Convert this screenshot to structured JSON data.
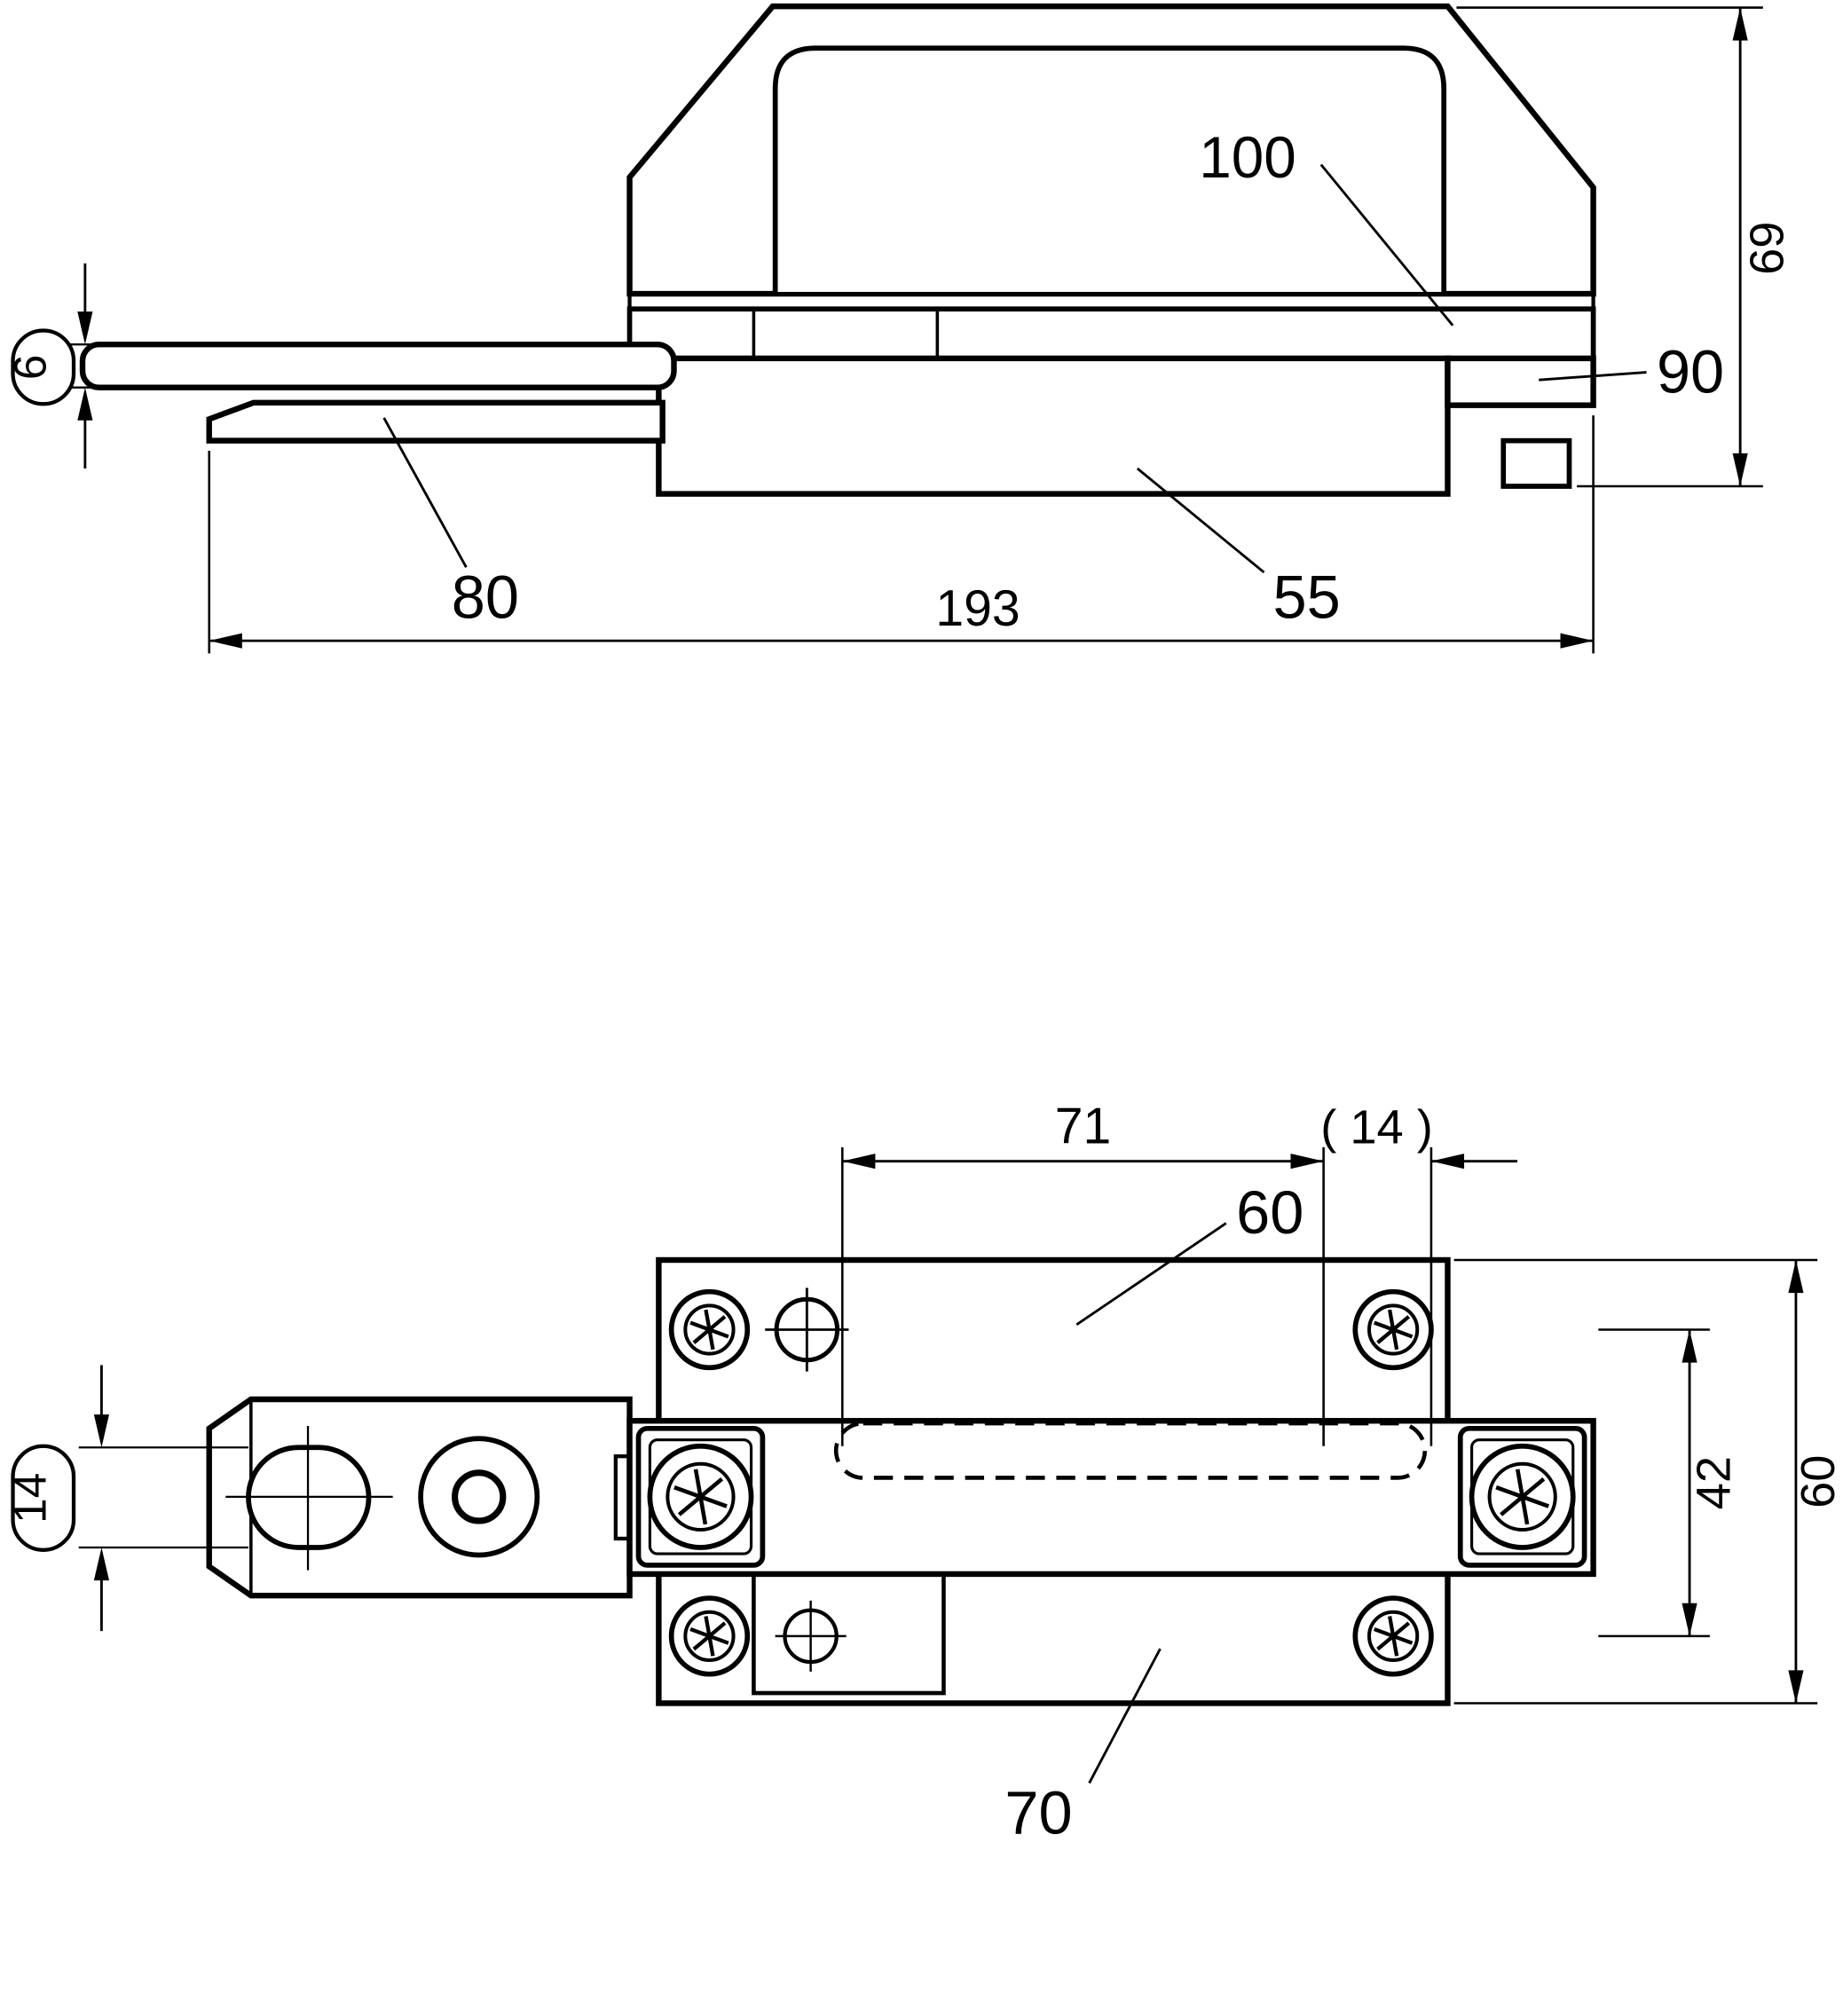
{
  "colors": {
    "line": "#000000",
    "background": "#ffffff"
  },
  "side_view": {
    "label_100": "100",
    "dim_69": "69",
    "label_90": "90",
    "dim_6": "6",
    "label_80": "80",
    "dim_193": "193",
    "label_55": "55"
  },
  "plan_view": {
    "dim_71": "71",
    "dim_14_ref": "( 14 )",
    "label_60": "60",
    "dim_14": "14",
    "dim_42": "42",
    "dim_60": "60",
    "label_70": "70"
  }
}
